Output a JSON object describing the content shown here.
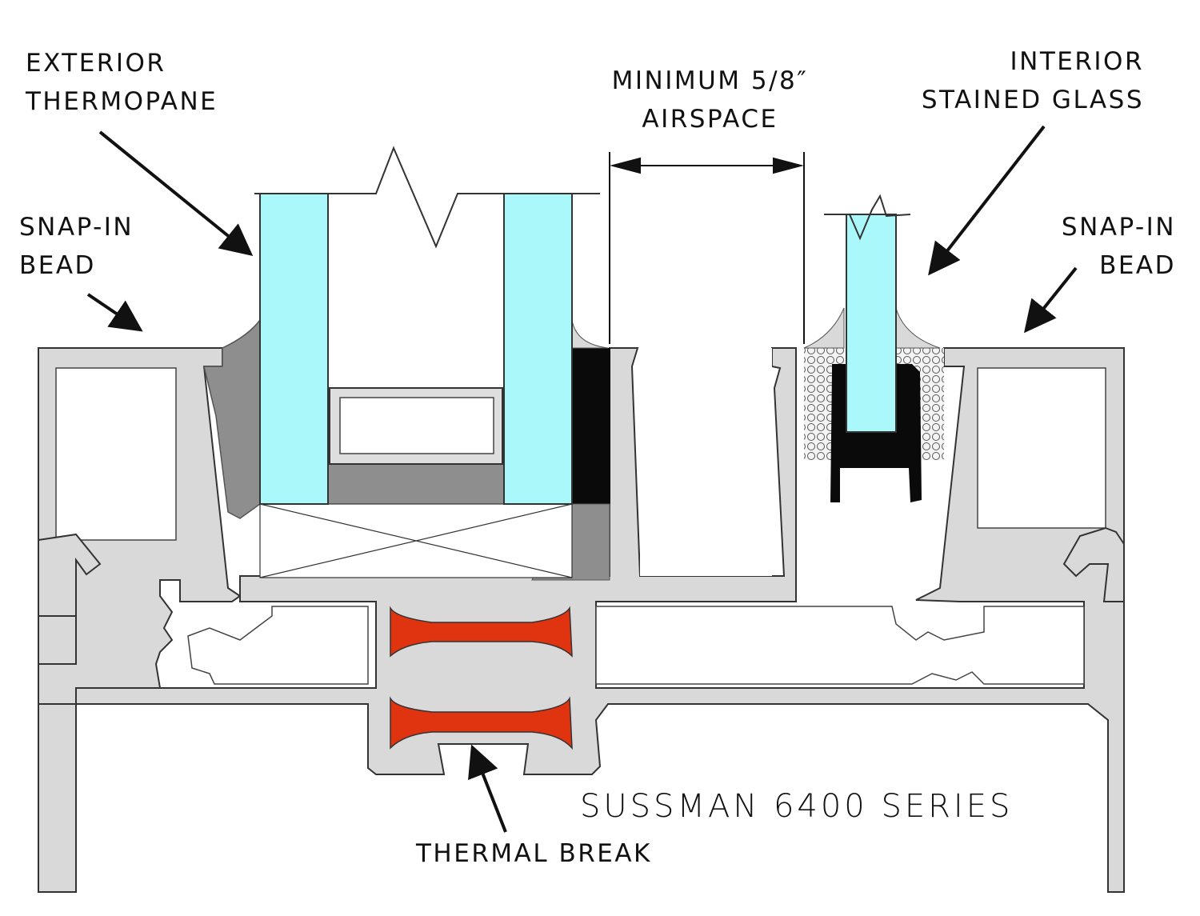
{
  "labels": {
    "exterior_thermopane": [
      "EXTERIOR",
      "THERMOPANE"
    ],
    "airspace": [
      "MINIMUM 5/8″",
      "AIRSPACE"
    ],
    "interior_stained_glass": [
      "INTERIOR",
      "STAINED GLASS"
    ],
    "snap_in_bead_left": [
      "SNAP-IN",
      "BEAD"
    ],
    "snap_in_bead_right": [
      "SNAP-IN",
      "BEAD"
    ],
    "thermal_break": "THERMAL BREAK",
    "series": "SUSSMAN 6400 SERIES"
  },
  "colors": {
    "glass": "#aaf8fa",
    "aluminum": "#d9d9d9",
    "thermal_break": "#e03410",
    "sealant": "#8e8e8e",
    "gasket": "#0a0a0a",
    "outline": "#333333"
  }
}
